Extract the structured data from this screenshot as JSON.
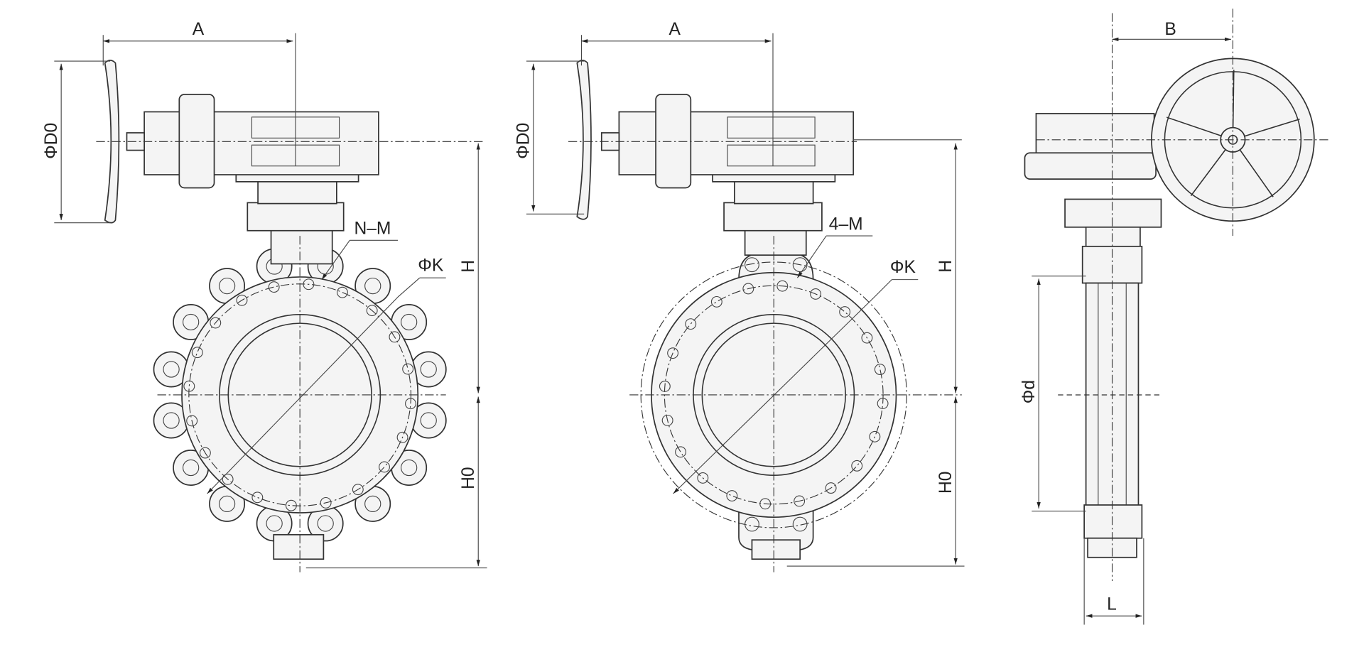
{
  "labels": {
    "left": {
      "A": "A",
      "D0": "ΦD0",
      "NM": "N–M",
      "K": "ΦK",
      "H": "H",
      "H0": "H0"
    },
    "middle": {
      "A": "A",
      "D0": "ΦD0",
      "NM": "4–M",
      "K": "ΦK",
      "H": "H",
      "H0": "H0"
    },
    "side": {
      "B": "B",
      "d": "Φd",
      "L": "L"
    }
  },
  "views": [
    {
      "name": "lug-type-front-view",
      "lug_count": 16,
      "bolt_count": 20
    },
    {
      "name": "flanged-type-front-view",
      "bolt_count": 20
    },
    {
      "name": "side-view",
      "handwheel_spokes": 5
    }
  ],
  "colors": {
    "line": "#333333",
    "background": "#ffffff"
  }
}
